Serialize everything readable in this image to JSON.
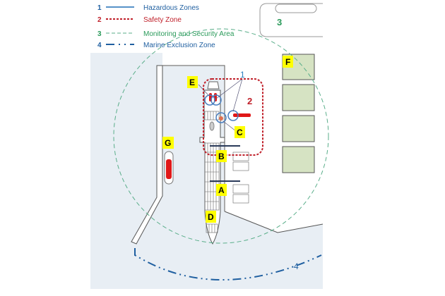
{
  "legend": [
    {
      "num": "1",
      "label": "Hazardous Zones",
      "color": "#1f6fb5"
    },
    {
      "num": "2",
      "label": "Safety Zone",
      "color": "#c0202a"
    },
    {
      "num": "3",
      "label": "Monitoring and Security Area",
      "color": "#2a9a5a"
    },
    {
      "num": "4",
      "label": "Marine Exclusion Zone",
      "color": "#1f5fa0"
    }
  ],
  "zone_labels": {
    "z1": "1",
    "z2": "2",
    "z3": "3",
    "z4": "4"
  },
  "markers": {
    "A": "A",
    "B": "B",
    "C": "C",
    "D": "D",
    "E": "E",
    "F": "F",
    "G": "G"
  },
  "colors": {
    "water": "#e8eef4",
    "marker_bg": "#ffff00",
    "building": "#d6e3c3",
    "hazard": "#e01818"
  }
}
